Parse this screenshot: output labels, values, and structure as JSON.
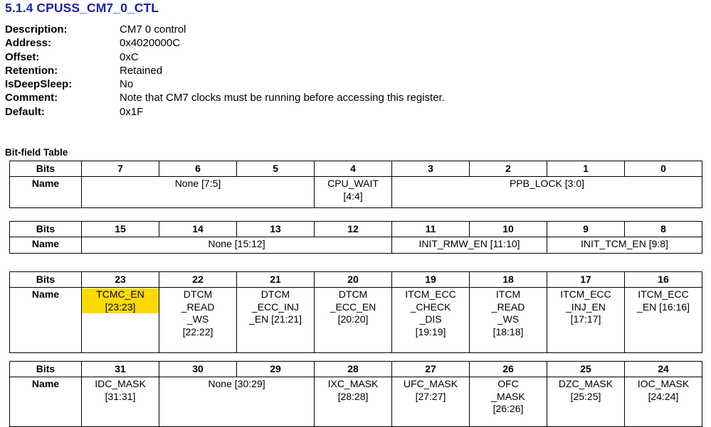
{
  "register": {
    "section_number": "5.1.4",
    "title": "5.1.4 CPUSS_CM7_0_CTL",
    "properties": [
      {
        "label": "Description:",
        "value": "CM7 0 control"
      },
      {
        "label": "Address:",
        "value": "0x4020000C"
      },
      {
        "label": "Offset:",
        "value": "0xC"
      },
      {
        "label": "Retention:",
        "value": "Retained"
      },
      {
        "label": "IsDeepSleep:",
        "value": "No"
      },
      {
        "label": "Comment:",
        "value": "Note that CM7 clocks must be running before accessing this register."
      },
      {
        "label": "Default:",
        "value": "0x1F"
      }
    ]
  },
  "bitfield": {
    "caption": "Bit-field Table",
    "row_labels": {
      "bits": "Bits",
      "name": "Name"
    },
    "highlight_color": "#ffd900",
    "tables": [
      {
        "id": "table1",
        "bits": [
          "7",
          "6",
          "5",
          "4",
          "3",
          "2",
          "1",
          "0"
        ],
        "fields": [
          {
            "text": "None [7:5]",
            "span": 3,
            "highlight": false
          },
          {
            "text": "CPU_WAIT\n[4:4]",
            "span": 1,
            "highlight": false
          },
          {
            "text": "PPB_LOCK [3:0]",
            "span": 4,
            "highlight": false
          }
        ]
      },
      {
        "id": "table2",
        "bits": [
          "15",
          "14",
          "13",
          "12",
          "11",
          "10",
          "9",
          "8"
        ],
        "fields": [
          {
            "text": "None [15:12]",
            "span": 4,
            "highlight": false
          },
          {
            "text": "INIT_RMW_EN [11:10]",
            "span": 2,
            "highlight": false
          },
          {
            "text": "INIT_TCM_EN [9:8]",
            "span": 2,
            "highlight": false
          }
        ]
      },
      {
        "id": "table3",
        "bits": [
          "23",
          "22",
          "21",
          "20",
          "19",
          "18",
          "17",
          "16"
        ],
        "fields": [
          {
            "text": "TCMC_EN\n[23:23]",
            "span": 1,
            "highlight": true
          },
          {
            "text": "DTCM\n_READ\n_WS\n[22:22]",
            "span": 1,
            "highlight": false
          },
          {
            "text": "DTCM\n_ECC_INJ\n_EN [21:21]",
            "span": 1,
            "highlight": false
          },
          {
            "text": "DTCM\n_ECC_EN\n[20:20]",
            "span": 1,
            "highlight": false
          },
          {
            "text": "ITCM_ECC\n_CHECK\n_DIS\n[19:19]",
            "span": 1,
            "highlight": false
          },
          {
            "text": "ITCM\n_READ\n_WS\n[18:18]",
            "span": 1,
            "highlight": false
          },
          {
            "text": "ITCM_ECC\n_INJ_EN\n[17:17]",
            "span": 1,
            "highlight": false
          },
          {
            "text": "ITCM_ECC\n_EN [16:16]",
            "span": 1,
            "highlight": false
          }
        ]
      },
      {
        "id": "table4",
        "bits": [
          "31",
          "30",
          "29",
          "28",
          "27",
          "26",
          "25",
          "24"
        ],
        "fields": [
          {
            "text": "IDC_MASK\n[31:31]",
            "span": 1,
            "highlight": false
          },
          {
            "text": "None [30:29]",
            "span": 2,
            "highlight": false
          },
          {
            "text": "IXC_MASK\n[28:28]",
            "span": 1,
            "highlight": false
          },
          {
            "text": "UFC_MASK\n[27:27]",
            "span": 1,
            "highlight": false
          },
          {
            "text": "OFC\n_MASK\n[26:26]",
            "span": 1,
            "highlight": false
          },
          {
            "text": "DZC_MASK\n[25:25]",
            "span": 1,
            "highlight": false
          },
          {
            "text": "IOC_MASK\n[24:24]",
            "span": 1,
            "highlight": false
          }
        ]
      }
    ]
  }
}
